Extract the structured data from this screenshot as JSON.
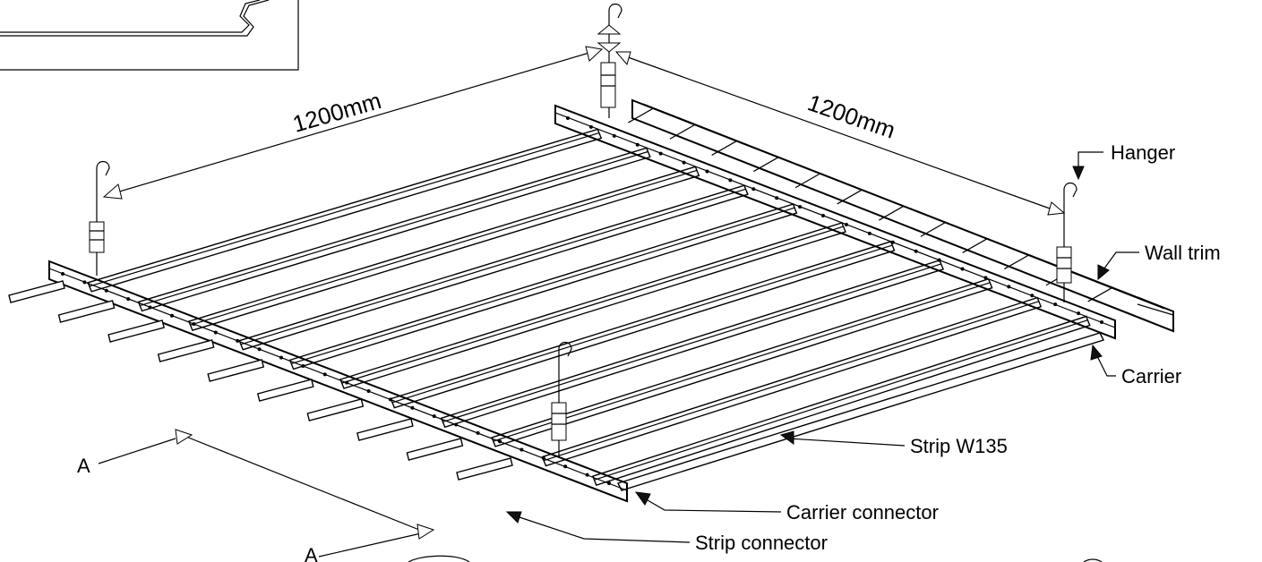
{
  "dimensions": {
    "left": "1200mm",
    "right": "1200mm"
  },
  "labels": {
    "hanger": "Hanger",
    "wall_trim": "Wall trim",
    "carrier": "Carrier",
    "strip": "Strip W135",
    "carrier_connector": "Carrier connector",
    "strip_connector": "Strip connector",
    "section_a_top": "A",
    "section_a_bottom": "A"
  }
}
